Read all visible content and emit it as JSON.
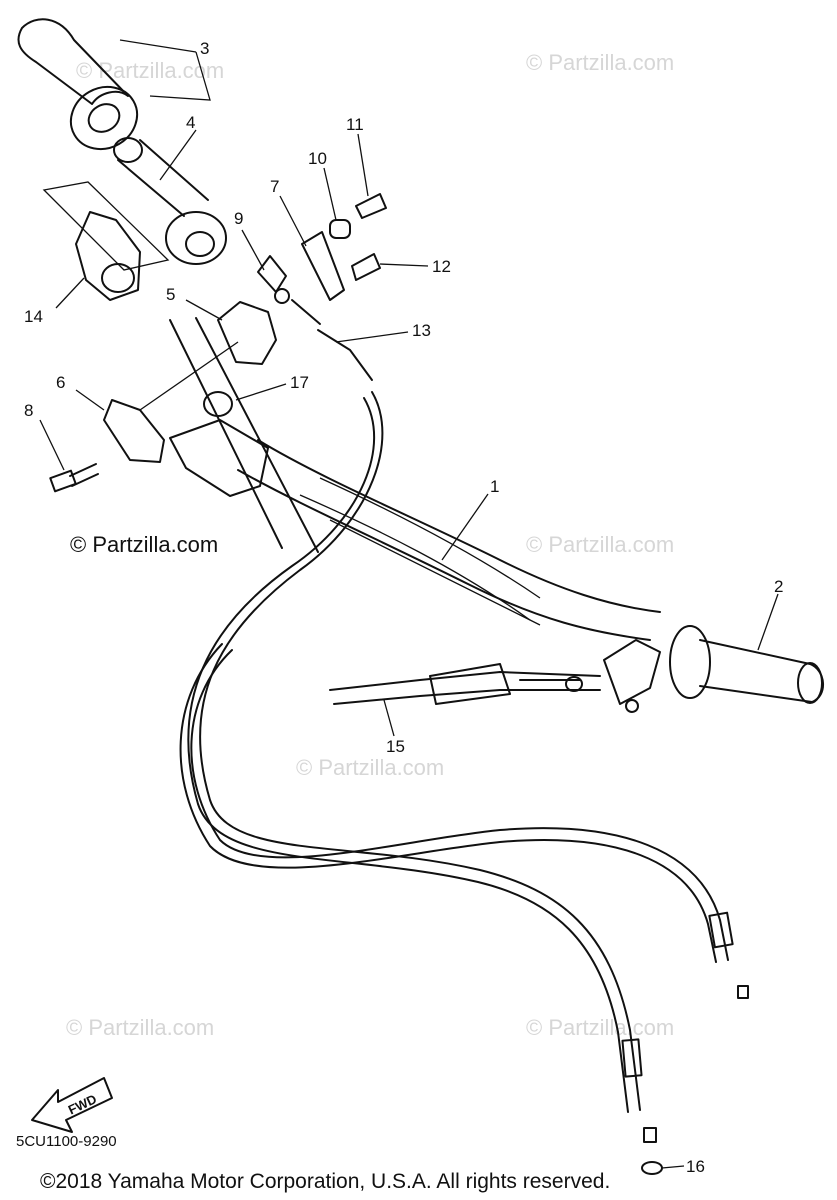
{
  "watermarks": {
    "w1": "© Partzilla.com",
    "w2": "© Partzilla.com",
    "w3": "© Partzilla.com",
    "w4": "© Partzilla.com",
    "w5": "© Partzilla.com",
    "w6": "© Partzilla.com",
    "w7": "© Partzilla.com"
  },
  "callouts": {
    "c1": "1",
    "c2": "2",
    "c3": "3",
    "c4": "4",
    "c5": "5",
    "c6": "6",
    "c7": "7",
    "c8": "8",
    "c9": "9",
    "c10": "10",
    "c11": "11",
    "c12": "12",
    "c13": "13",
    "c14": "14",
    "c15": "15",
    "c16": "16",
    "c17": "17"
  },
  "fwd_label": "FWD",
  "diagram_code": "5CU1100-9290",
  "copyright": "©2018  Yamaha Motor Corporation, U.S.A. All rights reserved."
}
